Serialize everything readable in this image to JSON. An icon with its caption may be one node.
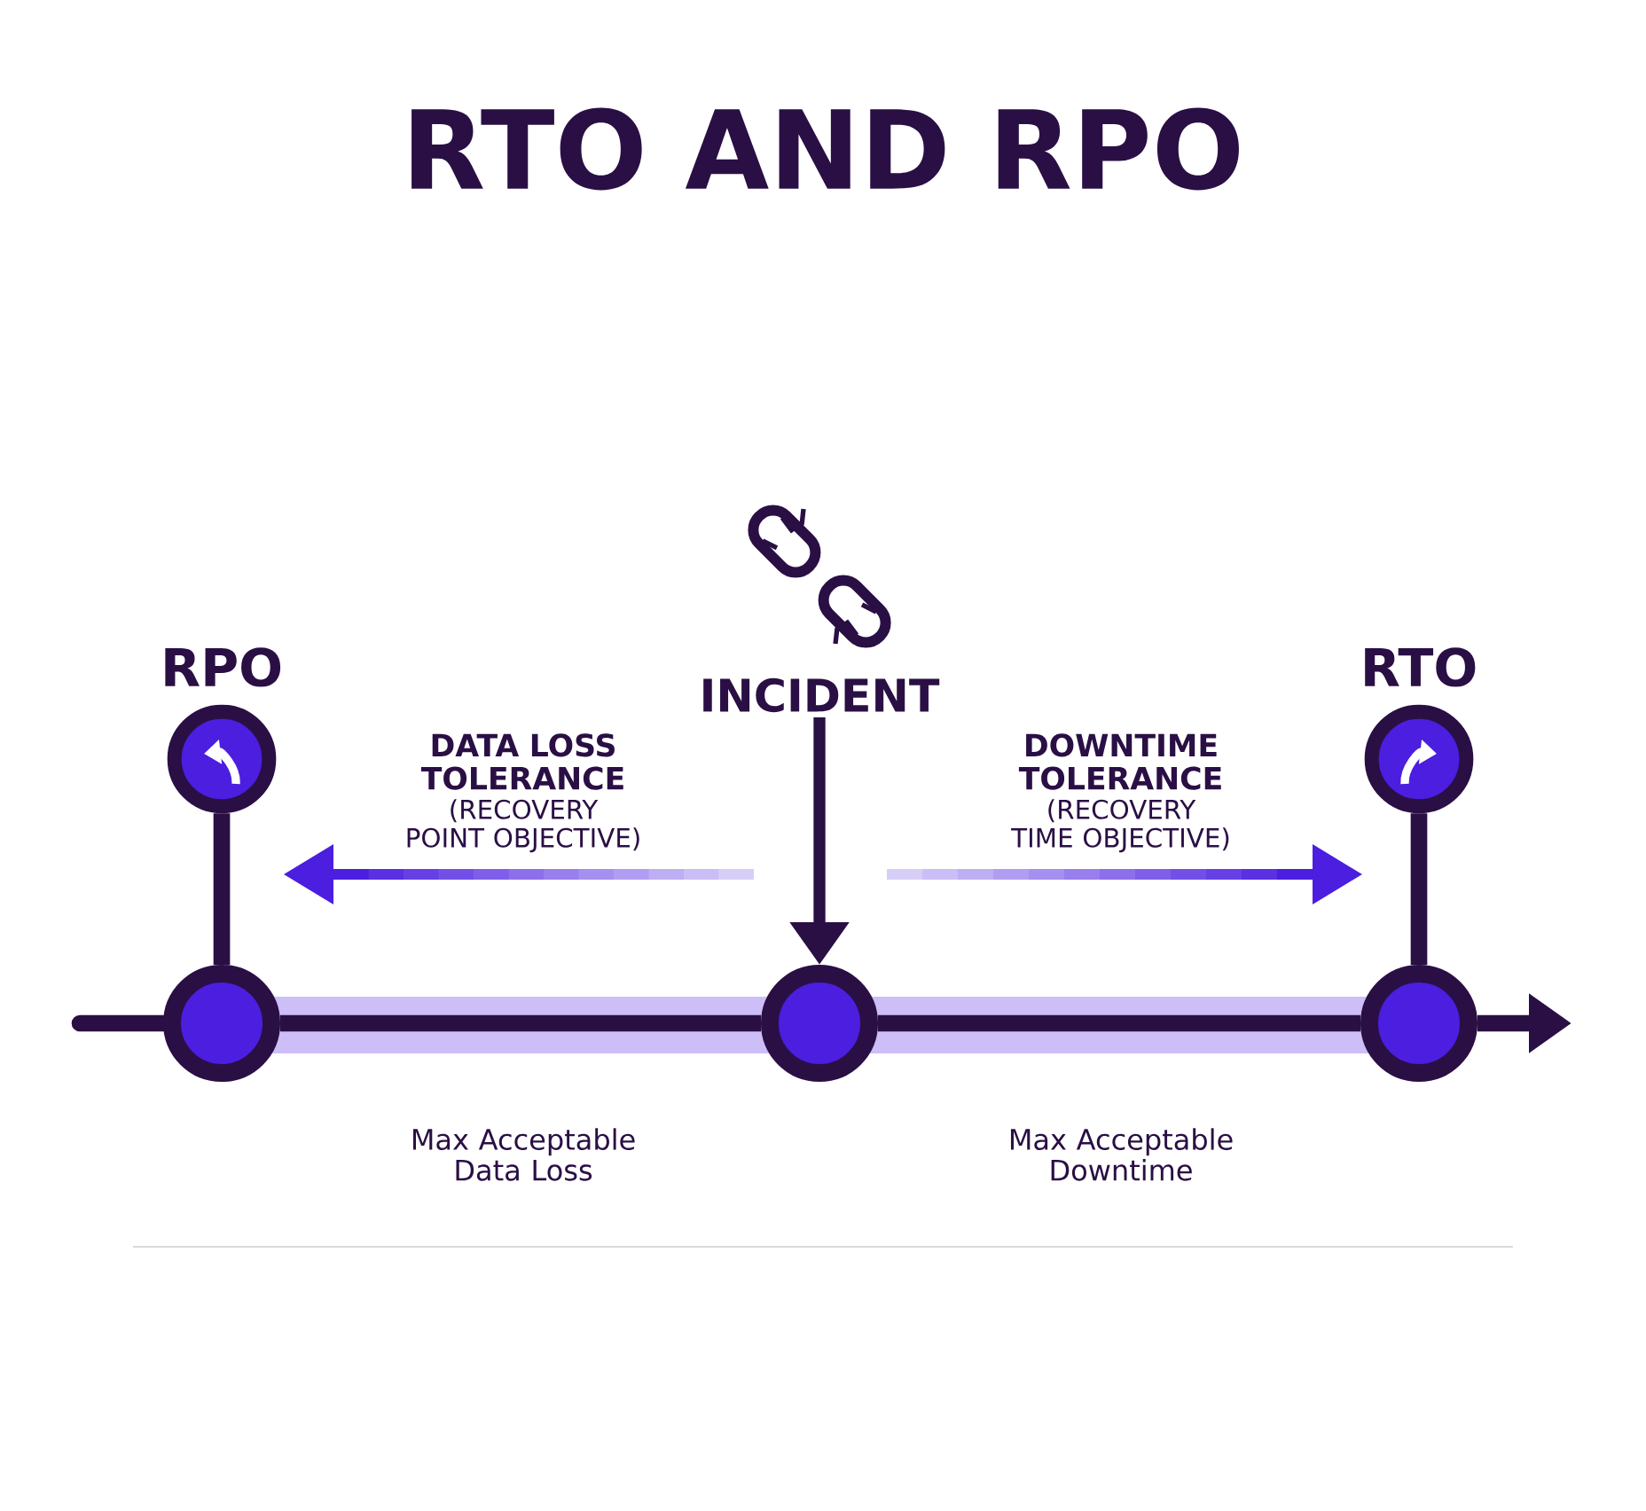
{
  "diagram": {
    "title": "RTO AND RPO",
    "nodes": [
      {
        "text": [
          "RPO"
        ]
      },
      {
        "text": [
          "INCIDENT"
        ]
      },
      {
        "text": [
          "RTO"
        ]
      },
      {
        "text": [],
        "shape": "circle"
      },
      {
        "text": [],
        "shape": "circle"
      },
      {
        "text": [],
        "shape": "circle"
      }
    ],
    "edges": [
      {
        "from": 0,
        "to": 3,
        "arrow": "none"
      },
      {
        "from": 1,
        "to": 4,
        "arrow": "to"
      },
      {
        "from": 2,
        "to": 5,
        "arrow": "none"
      },
      {
        "from": null,
        "to": 3,
        "arrow": "none"
      },
      {
        "from": 3,
        "to": 4,
        "arrow": "none"
      },
      {
        "from": 4,
        "to": 5,
        "arrow": "none"
      },
      {
        "from": 5,
        "to": null,
        "arrow": "to"
      }
    ],
    "labels": [
      "DATA LOSS TOLERANCE",
      "(RECOVERY POINT OBJECTIVE)",
      "DOWNTIME TOLERANCE",
      "(RECOVERY TIME OBJECTIVE)",
      "Max Acceptable Data Loss",
      "Max Acceptable Downtime"
    ]
  }
}
